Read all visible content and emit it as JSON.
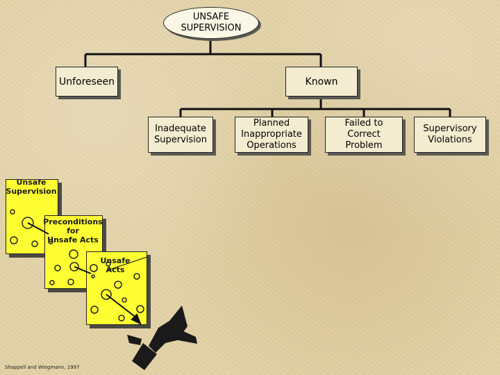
{
  "top": {
    "line1": "UNSAFE",
    "line2": "SUPERVISION"
  },
  "level2": {
    "left": "Unforeseen",
    "right": "Known"
  },
  "level3": [
    {
      "line1": "Inadequate",
      "line2": "Supervision",
      "line3": ""
    },
    {
      "line1": "Planned",
      "line2": "Inappropriate",
      "line3": "Operations"
    },
    {
      "line1": "Failed to",
      "line2": "Correct",
      "line3": "Problem"
    },
    {
      "line1": "Supervisory",
      "line2": "Violations",
      "line3": ""
    }
  ],
  "swiss_cheese": {
    "layers": [
      {
        "line1": "Unsafe",
        "line2": "Supervision",
        "line3": ""
      },
      {
        "line1": "Preconditions",
        "line2": "for",
        "line3": "Unsafe Acts"
      },
      {
        "line1": "Unsafe",
        "line2": "Acts",
        "line3": ""
      }
    ],
    "fill_color": "#ffff33"
  },
  "citation": "Shappell and Wiegmann, 1997",
  "icons": [
    "crashed-jet-icon"
  ]
}
